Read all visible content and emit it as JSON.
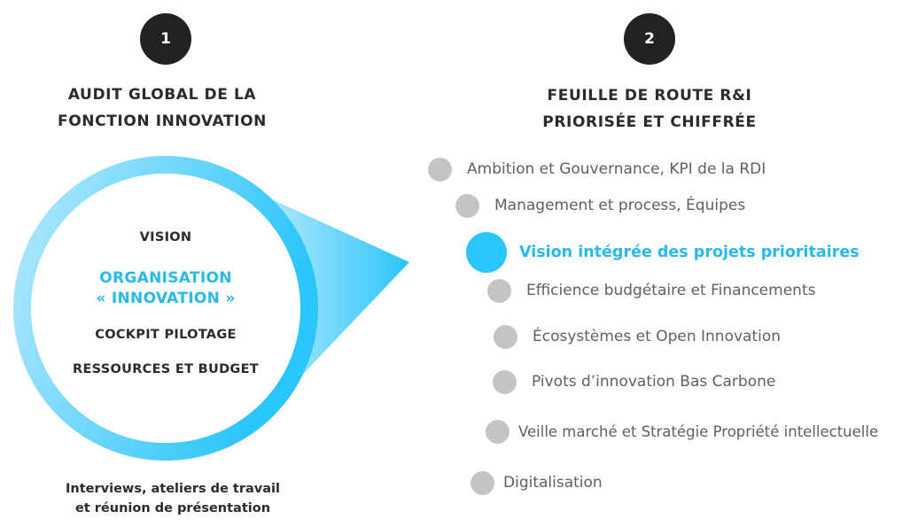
{
  "steps": [
    {
      "number": "1",
      "title_lines": [
        "AUDIT GLOBAL DE LA",
        "FONCTION INNOVATION"
      ]
    },
    {
      "number": "2",
      "title_lines": [
        "FEUILLE DE ROUTE R&I",
        "PRIORISÉE ET CHIFFRÉE"
      ]
    }
  ],
  "audit_items": {
    "vision": "VISION",
    "organisation": [
      "ORGANISATION",
      "« INNOVATION »"
    ],
    "cockpit": "COCKPIT PILOTAGE",
    "ressources": "RESSOURCES ET BUDGET"
  },
  "caption_lines": [
    "Interviews, ateliers de travail",
    "et réunion de présentation"
  ],
  "roadmap": [
    {
      "label": "Ambition et Gouvernance, KPI de la RDI",
      "active": false
    },
    {
      "label": "Management et process, Équipes",
      "active": false
    },
    {
      "label": "Vision intégrée des projets prioritaires",
      "active": true
    },
    {
      "label": "Efficience budgétaire et Financements",
      "active": false
    },
    {
      "label": "Écosystèmes et Open Innovation",
      "active": false
    },
    {
      "label": "Pivots d’innovation Bas Carbone",
      "active": false
    },
    {
      "label": "Veille marché et Stratégie Propriété intellectuelle",
      "active": false
    },
    {
      "label": "Digitalisation",
      "active": false
    }
  ],
  "colors": {
    "accent": "#2ac5fb",
    "ring_light": "#a6e3fb",
    "dot_inactive": "#c4c4c4",
    "badge": "#222222"
  }
}
